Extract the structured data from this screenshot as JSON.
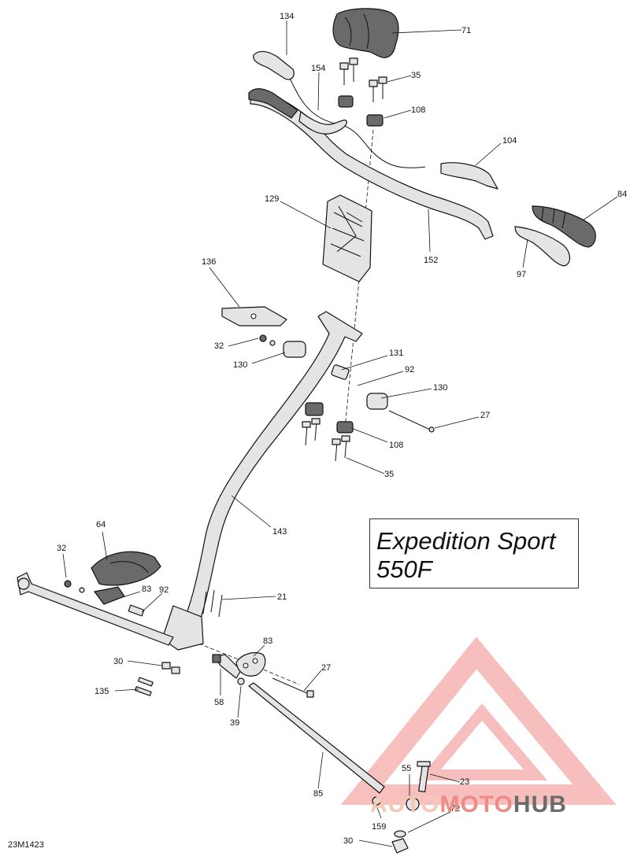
{
  "diagram": {
    "model_lines": [
      "Expedition Sport",
      "550F"
    ],
    "drawing_code": "23M1423",
    "watermark": {
      "auto": "AUTO",
      "moto": "MOTO",
      "hub": "HUB"
    },
    "colors": {
      "line": "#111111",
      "part_fill": "#e4e4e4",
      "dark_fill": "#6a6a6a",
      "watermark_red": "#f08a86",
      "watermark_gray": "#6b6b6b"
    },
    "callouts": [
      {
        "id": "c134",
        "label": "134"
      },
      {
        "id": "c71",
        "label": "71"
      },
      {
        "id": "c154",
        "label": "154"
      },
      {
        "id": "c35a",
        "label": "35"
      },
      {
        "id": "c108a",
        "label": "108"
      },
      {
        "id": "c104",
        "label": "104"
      },
      {
        "id": "c84",
        "label": "84"
      },
      {
        "id": "c129",
        "label": "129"
      },
      {
        "id": "c152",
        "label": "152"
      },
      {
        "id": "c97",
        "label": "97"
      },
      {
        "id": "c136",
        "label": "136"
      },
      {
        "id": "c32a",
        "label": "32"
      },
      {
        "id": "c130a",
        "label": "130"
      },
      {
        "id": "c131",
        "label": "131"
      },
      {
        "id": "c92a",
        "label": "92"
      },
      {
        "id": "c130b",
        "label": "130"
      },
      {
        "id": "c27a",
        "label": "27"
      },
      {
        "id": "c108b",
        "label": "108"
      },
      {
        "id": "c35b",
        "label": "35"
      },
      {
        "id": "c143",
        "label": "143"
      },
      {
        "id": "c64",
        "label": "64"
      },
      {
        "id": "c32b",
        "label": "32"
      },
      {
        "id": "c83a",
        "label": "83"
      },
      {
        "id": "c92b",
        "label": "92"
      },
      {
        "id": "c21",
        "label": "21"
      },
      {
        "id": "c83b",
        "label": "83"
      },
      {
        "id": "c30a",
        "label": "30"
      },
      {
        "id": "c27b",
        "label": "27"
      },
      {
        "id": "c135",
        "label": "135"
      },
      {
        "id": "c58",
        "label": "58"
      },
      {
        "id": "c39",
        "label": "39"
      },
      {
        "id": "c85",
        "label": "85"
      },
      {
        "id": "c55",
        "label": "55"
      },
      {
        "id": "c23",
        "label": "23"
      },
      {
        "id": "c72",
        "label": "72"
      },
      {
        "id": "c159",
        "label": "159"
      },
      {
        "id": "c30b",
        "label": "30"
      }
    ]
  }
}
